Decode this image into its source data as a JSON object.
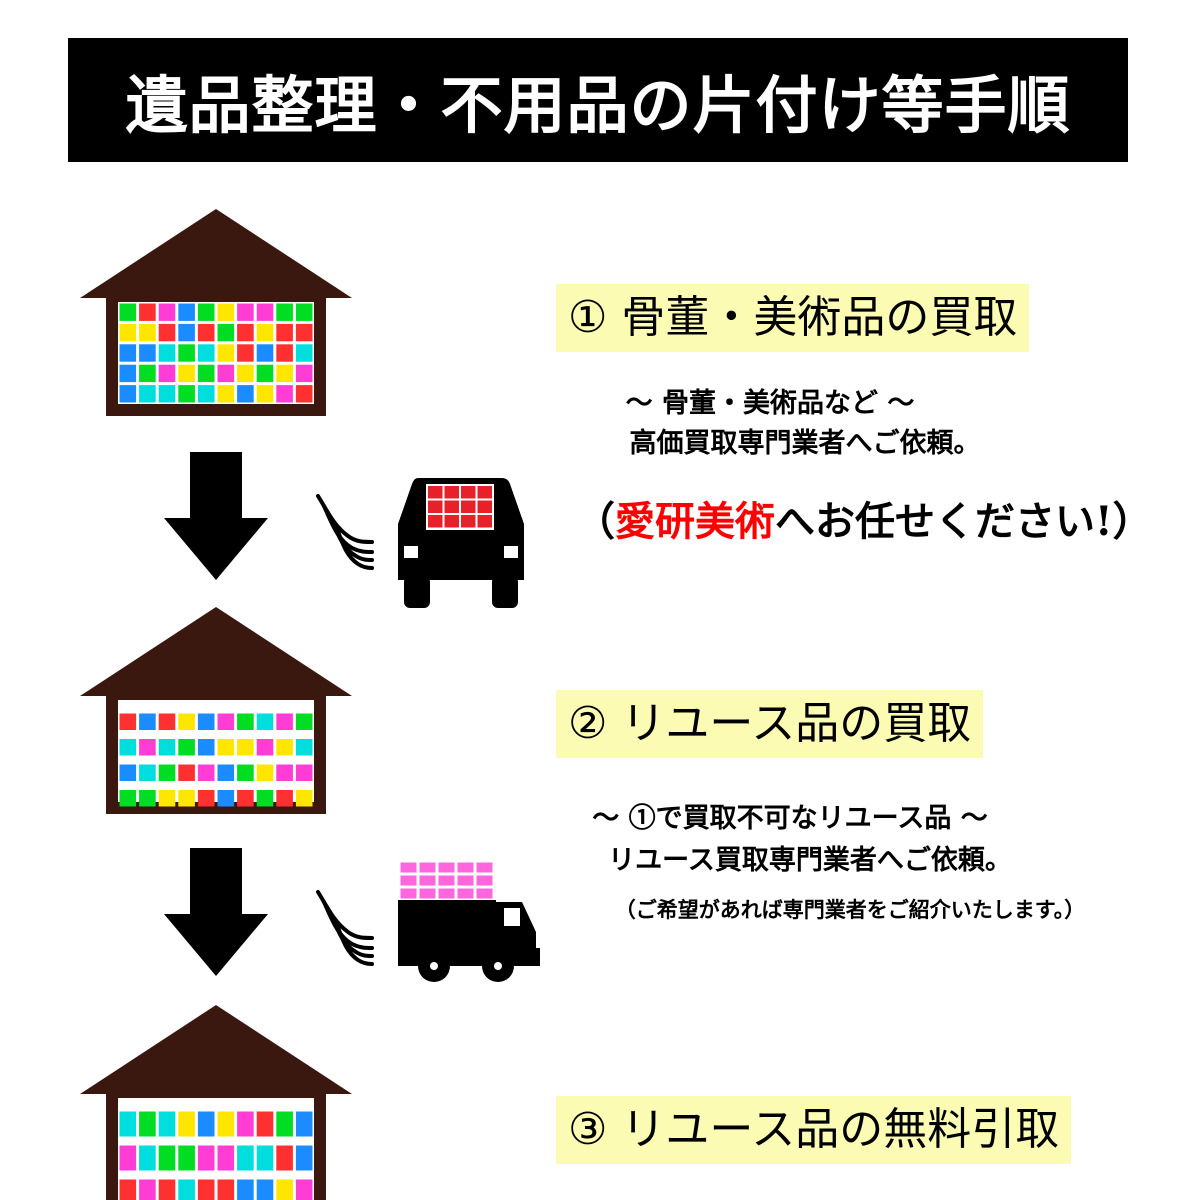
{
  "title": "遺品整理・不用品の片付け等手順",
  "colors": {
    "house": "#3a1810",
    "arrow": "#000000",
    "highlight": "#fbfbb4",
    "accent_red": "#ff0000",
    "tile_red": "#e8202a",
    "tile_pink": "#ff66dd"
  },
  "steps": [
    {
      "label": "① 骨董・美術品の買取",
      "lines": [
        "～ 骨董・美術品など ～",
        "高価買取専門業者へご依頼。"
      ],
      "callout": {
        "open": "（",
        "highlight": "愛研美術",
        "rest": "へお任せください!）"
      },
      "vehicle": "car-icon"
    },
    {
      "label": "② リユース品の買取",
      "lines": [
        "～ ①で買取不可なリユース品 ～",
        "リユース買取専門業者へご依頼。"
      ],
      "note": "（ご希望があれば専門業者をご紹介いたします。）",
      "vehicle": "dump-truck-icon"
    },
    {
      "label": "③ リユース品の無料引取"
    }
  ],
  "icons": [
    "house-icon",
    "down-arrow-icon",
    "motion-lines-icon",
    "car-icon",
    "dump-truck-icon"
  ]
}
